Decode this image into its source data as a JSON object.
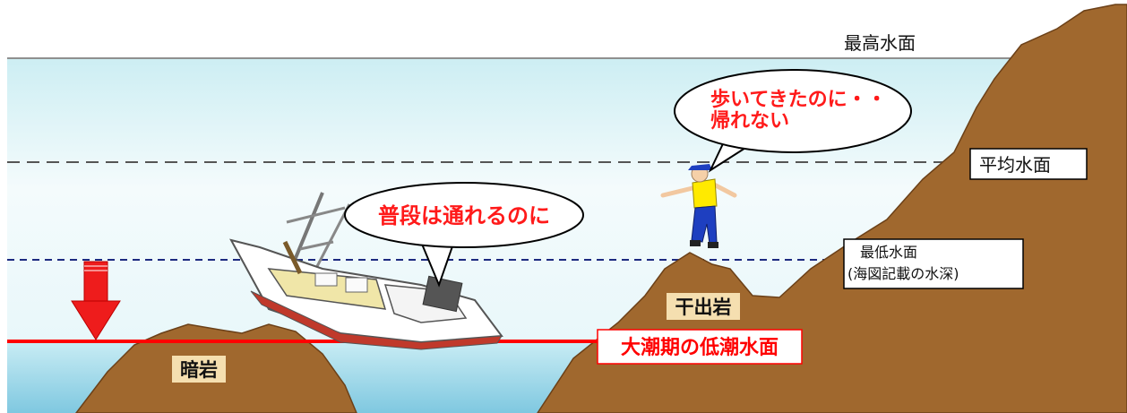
{
  "levels": {
    "highest": "最高水面",
    "mean": "平均水面",
    "lowest_line1": "最低水面",
    "lowest_line2": "(海図記載の水深)",
    "spring_low": "大潮期の低潮水面"
  },
  "rocks": {
    "submerged": "暗岩",
    "drying": "干出岩"
  },
  "bubbles": {
    "boat": "普段は通れるのに",
    "person_line1": "歩いてきたのに・・",
    "person_line2": "帰れない"
  },
  "colors": {
    "sea": "#d9f2f6",
    "sea_deep": "#9fd7e8",
    "rock": "#a0682e",
    "rock_outline": "#6b4018",
    "red": "#ff0000",
    "dash_gray": "#555555",
    "dash_navy": "#1c2a80",
    "label_bg": "#f5dfb0"
  },
  "icons": [
    "down-arrow-icon",
    "boat-icon",
    "person-icon"
  ]
}
